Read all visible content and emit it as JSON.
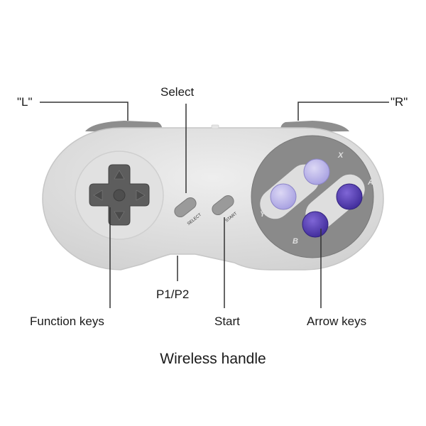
{
  "labels": {
    "l_trigger": "\"L\"",
    "r_trigger": "\"R\"",
    "select": "Select",
    "p1p2": "P1/P2",
    "start": "Start",
    "function_keys": "Function keys",
    "arrow_keys": "Arrow keys"
  },
  "controller": {
    "select_text": "SELECT",
    "start_text": "START",
    "button_x": "X",
    "button_y": "Y",
    "button_a": "A",
    "button_b": "B"
  },
  "caption": "Wireless handle",
  "colors": {
    "body": "#dcdcdc",
    "body_edge": "#c8c8c8",
    "button_pad": "#8a8a8a",
    "dpad": "#5d5d5d",
    "light_purple": "#b8b2e6",
    "dark_purple": "#5a3fb5",
    "shoulder": "#8e8e8e",
    "line": "#333333"
  },
  "icons": [
    "arrow-up-icon",
    "arrow-down-icon",
    "arrow-left-icon",
    "arrow-right-icon"
  ]
}
